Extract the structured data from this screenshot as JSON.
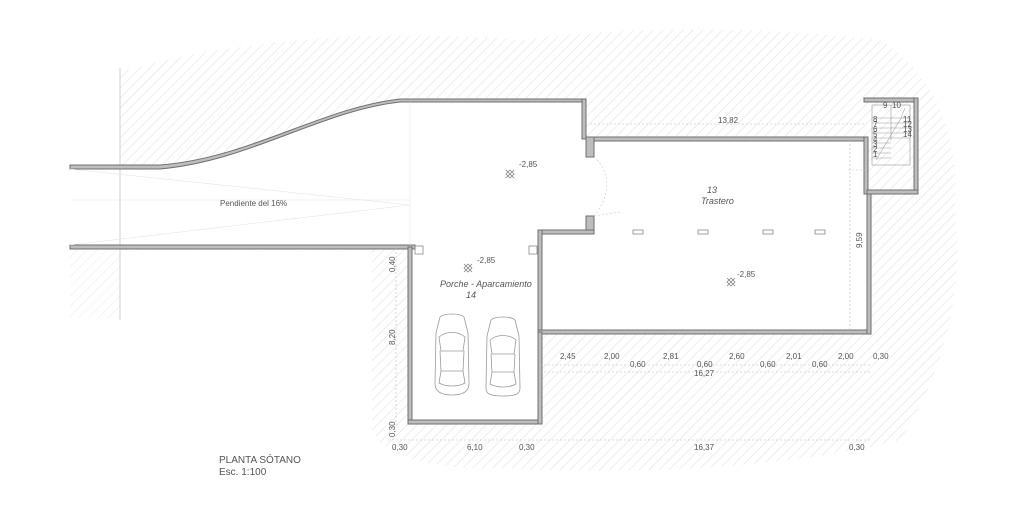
{
  "drawing": {
    "title": "PLANTA SÓTANO",
    "scale": "Esc. 1:100"
  },
  "rooms": {
    "trastero_number": "13",
    "trastero_name": "Trastero",
    "porche_name": "Porche - Aparcamiento",
    "porche_number": "14"
  },
  "ramp_label": "Pendiente del 16%",
  "levels": {
    "entry": "-2,85",
    "porche": "-2,85",
    "trastero": "-2,85"
  },
  "dims": {
    "top_width": "13,82",
    "right_height": "9,59",
    "left_top": "0,40",
    "left_mid": "8,20",
    "left_bottom": "0,30",
    "bottom_a": "0,30",
    "bottom_b": "6,10",
    "bottom_c": "0,30",
    "bottom_d": "16,37",
    "bottom_e": "0,30",
    "inner_row1": [
      "2,45",
      "2,00",
      "2,81",
      "2,60",
      "2,01",
      "2,00",
      "0,30"
    ],
    "inner_row2": [
      "0,60",
      "0,60",
      "0,60",
      "0,60"
    ],
    "inner_total": "16,27"
  },
  "stair_numbers": {
    "top": [
      "9",
      "10"
    ],
    "left": [
      "8",
      "7",
      "6",
      "5",
      "4",
      "3",
      "2",
      "1"
    ],
    "right": [
      "11",
      "12",
      "13",
      "14"
    ]
  },
  "colors": {
    "wall": "#6f6f6f",
    "wall_fill": "#bdbdbd",
    "hatch": "#d8d8d8",
    "text": "#555555"
  }
}
